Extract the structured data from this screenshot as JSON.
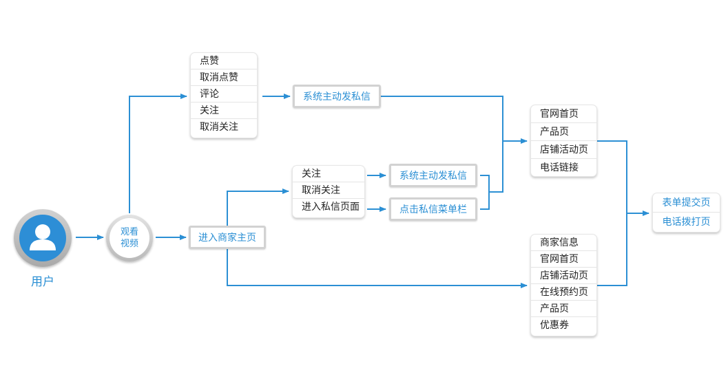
{
  "user": {
    "label": "用户",
    "icon": "user-icon"
  },
  "watch_video": {
    "line1": "观看",
    "line2": "视频"
  },
  "enter_merchant_home": "进入商家主页",
  "video_actions": [
    "点赞",
    "取消点赞",
    "评论",
    "关注",
    "取消关注"
  ],
  "system_message_top": "系统主动发私信",
  "merchant_actions": [
    "关注",
    "取消关注",
    "进入私信页面"
  ],
  "system_message_mid": "系统主动发私信",
  "click_message_menu": "点击私信菜单栏",
  "destination_pages_top": [
    "官网首页",
    "产品页",
    "店铺活动页",
    "电话链接"
  ],
  "destination_pages_bottom": [
    "商家信息",
    "官网首页",
    "店铺活动页",
    "在线预约页",
    "产品页",
    "优惠券"
  ],
  "conversion_pages": [
    "表单提交页",
    "电话拨打页"
  ],
  "colors": {
    "accent": "#2b8fd4",
    "border": "#d2d2d2",
    "text": "#222222"
  }
}
